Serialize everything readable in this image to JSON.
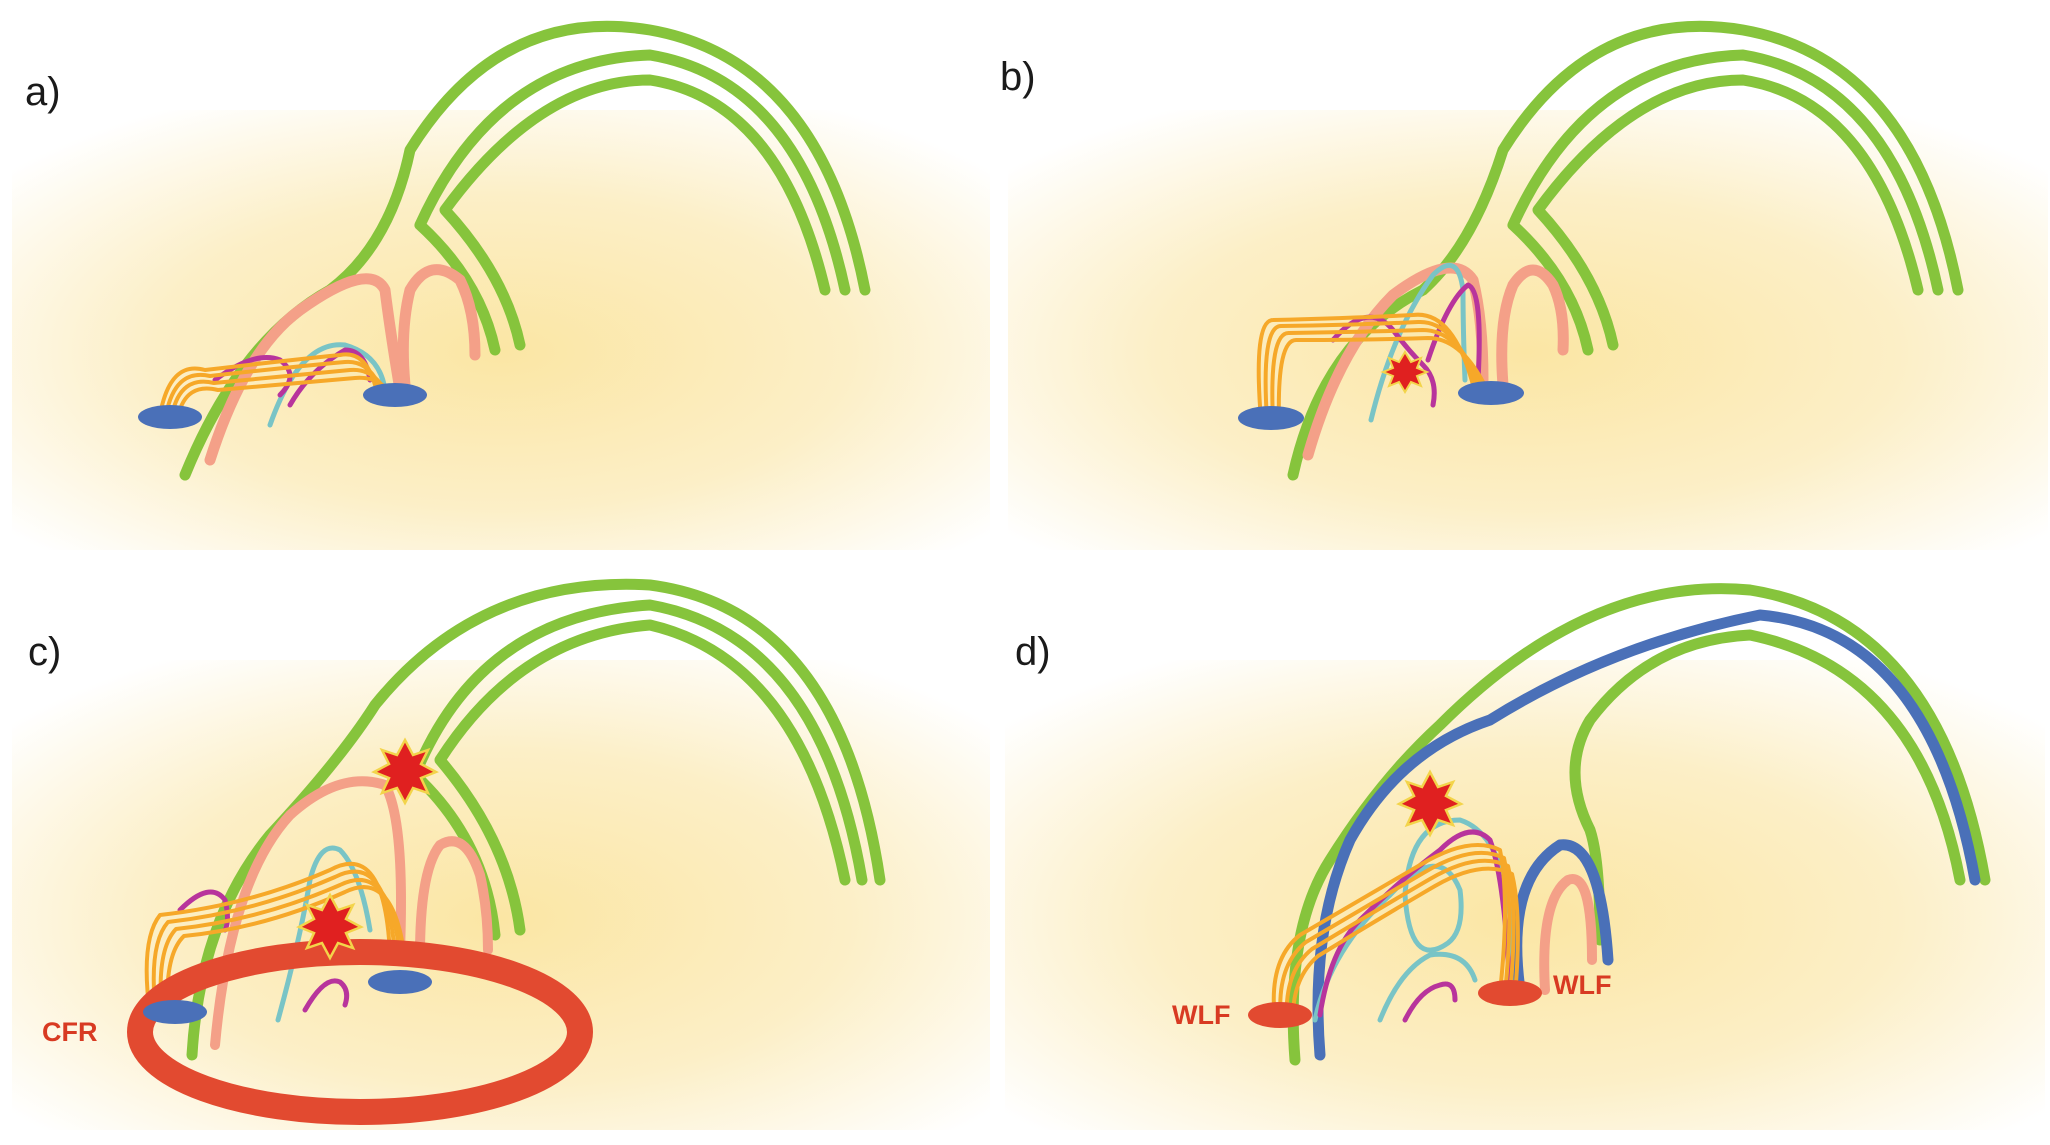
{
  "figure": {
    "panels": [
      {
        "id": "a",
        "label": "a)"
      },
      {
        "id": "b",
        "label": "b)"
      },
      {
        "id": "c",
        "label": "c)",
        "ring_label": "CFR"
      },
      {
        "id": "d",
        "label": "d)",
        "footpoint_label_left": "WLF",
        "footpoint_label_right": "WLF"
      }
    ]
  },
  "colors": {
    "background_glow": "#fbeab0",
    "large_loops": "#86c43c",
    "salmon_loops": "#f4a088",
    "cyan_loop": "#79c4c6",
    "magenta_loop": "#b8349c",
    "orange_bundle": "#f6a829",
    "footpoints": "#4a70b8",
    "ring_and_flare_footpoints": "#e24a30",
    "reconnected_loop": "#4a70b8",
    "star_fill": "#e02020",
    "star_outline": "#f3d44a",
    "label_red": "#d83a22"
  },
  "icons": [
    "reconnection-star-icon"
  ]
}
